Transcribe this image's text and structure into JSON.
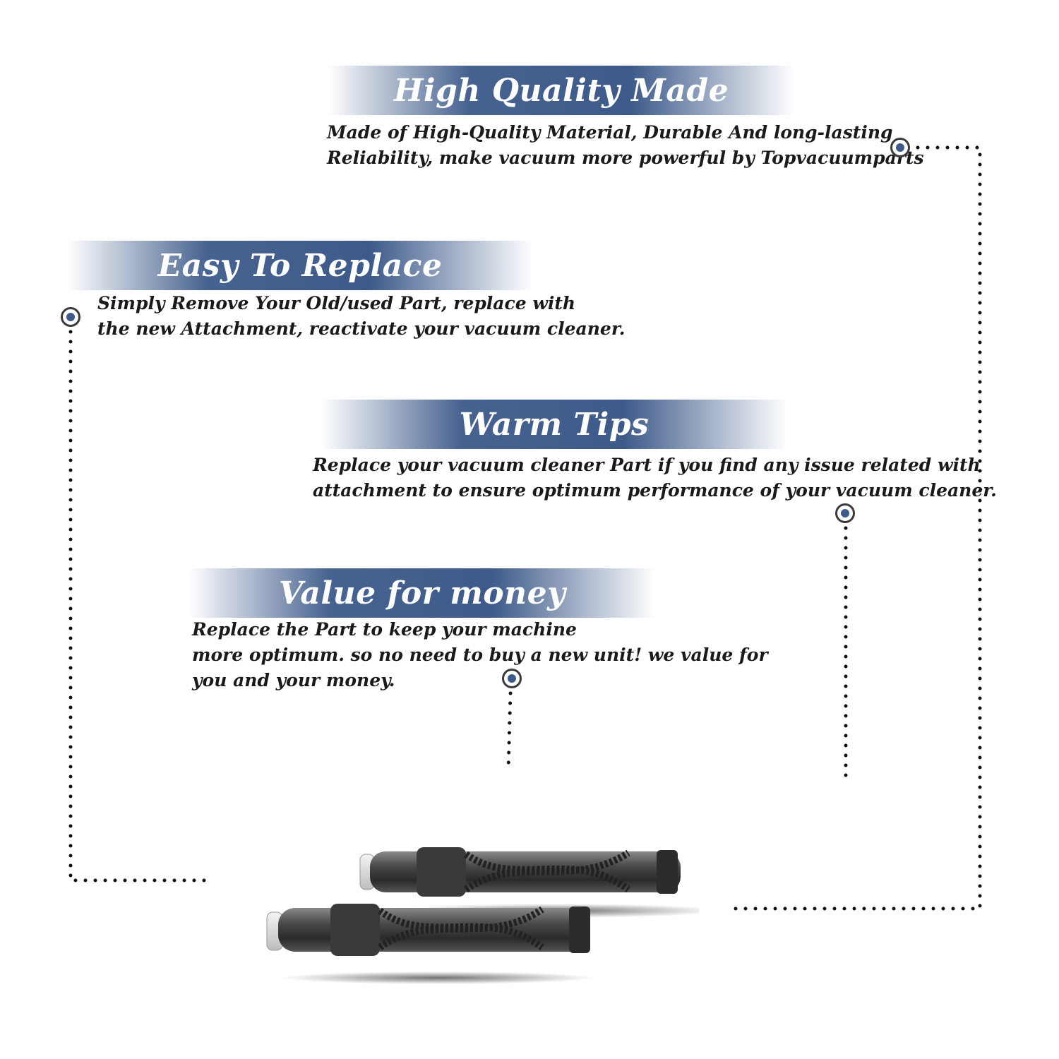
{
  "sections": [
    {
      "title": "High Quality Made",
      "lines": [
        "Made of  High-Quality Material, Durable And long-lasting",
        "Reliability, make vacuum more powerful by Topvacuumparts"
      ]
    },
    {
      "title": "Easy To Replace",
      "lines": [
        "Simply Remove Your Old/used Part, replace with",
        "the new Attachment, reactivate your vacuum cleaner."
      ]
    },
    {
      "title": "Warm Tips",
      "lines": [
        "Replace your vacuum cleaner Part if you find any issue related with",
        " attachment to ensure optimum performance of your vacuum cleaner."
      ]
    },
    {
      "title": "Value for money",
      "lines": [
        "Replace the Part to keep your machine",
        "more optimum. so no need to buy a new unit! we value for",
        "you and your money."
      ]
    }
  ],
  "colors": {
    "banner": "#3d5a8a",
    "dot": "#3d5a8a",
    "text": "#1a1a1a"
  },
  "product": {
    "icon": "brush-roll-pair-image"
  }
}
